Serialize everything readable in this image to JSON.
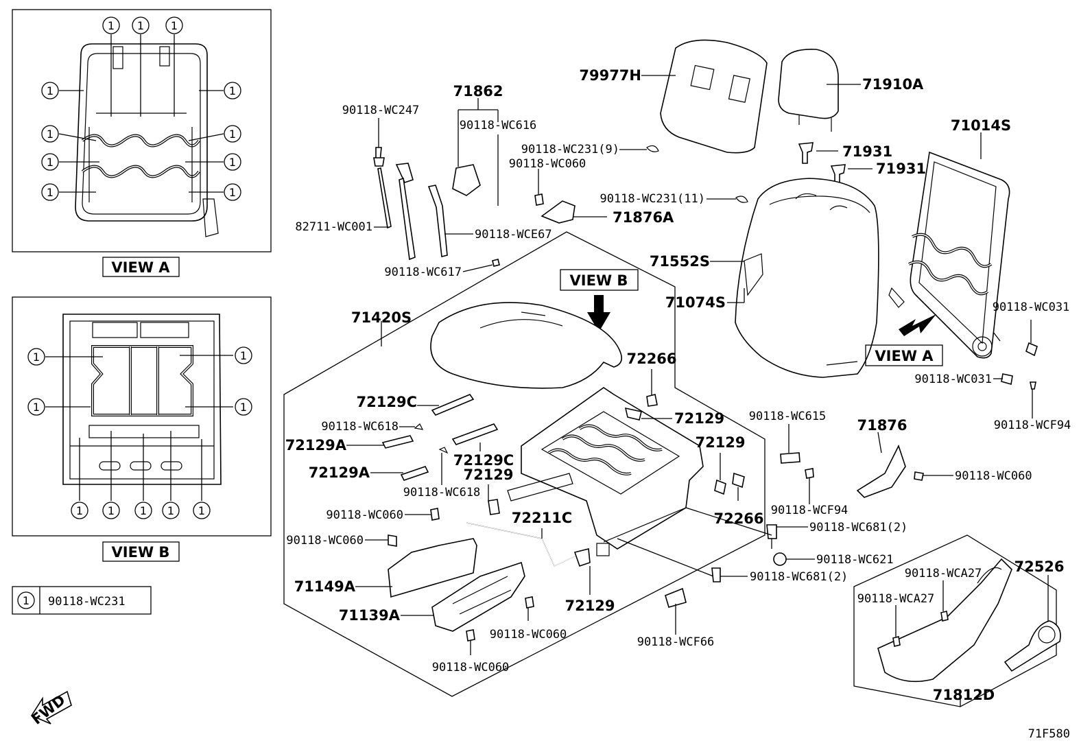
{
  "views": {
    "view_a_label": "VIEW A",
    "view_b_label": "VIEW B",
    "view_a_arrow_label": "VIEW A",
    "view_b_arrow_label": "VIEW B"
  },
  "legend": {
    "symbol": "1",
    "part": "90118-WC231"
  },
  "callout_symbol": "1",
  "parts": {
    "p79977H": "79977H",
    "p71910A": "71910A",
    "p71862": "71862",
    "p90118WC247": "90118-WC247",
    "p90118WC616": "90118-WC616",
    "p90118WC231_9": "90118-WC231(9)",
    "p90118WC060a": "90118-WC060",
    "p90118WC231_11": "90118-WC231(11)",
    "p71876A": "71876A",
    "p82711WC001": "82711-WC001",
    "p90118WCE67": "90118-WCE67",
    "p90118WC617": "90118-WC617",
    "p71931a": "71931",
    "p71931b": "71931",
    "p71014S": "71014S",
    "p71552S": "71552S",
    "p71074S": "71074S",
    "p90118WC031a": "90118-WC031",
    "p90118WC031b": "90118-WC031",
    "p90118WCF94a": "90118-WCF94",
    "p71420S": "71420S",
    "p72266a": "72266",
    "p72129C_a": "72129C",
    "p90118WC618a": "90118-WC618",
    "p72129A_a": "72129A",
    "p72129C_b": "72129C",
    "p72129A_b": "72129A",
    "p90118WC618b": "90118-WC618",
    "p72129a": "72129",
    "p72129b": "72129",
    "p72129c": "72129",
    "p72129d": "72129",
    "p72266b": "72266",
    "p72211C": "72211C",
    "p90118WC060b": "90118-WC060",
    "p90118WC060c": "90118-WC060",
    "p71149A": "71149A",
    "p71139A": "71139A",
    "p90118WC060d": "90118-WC060",
    "p90118WC060e": "90118-WC060",
    "p90118WC615": "90118-WC615",
    "p90118WCF94b": "90118-WCF94",
    "p71876": "71876",
    "p90118WC060f": "90118-WC060",
    "p90118WC681a": "90118-WC681(2)",
    "p90118WC621": "90118-WC621",
    "p90118WC681b": "90118-WC681(2)",
    "p90118WCF66": "90118-WCF66",
    "p90118WCA27a": "90118-WCA27",
    "p90118WCA27b": "90118-WCA27",
    "p72526": "72526",
    "p71812D": "71812D"
  },
  "fwd_label": "FWD",
  "diagram_code": "71F580"
}
